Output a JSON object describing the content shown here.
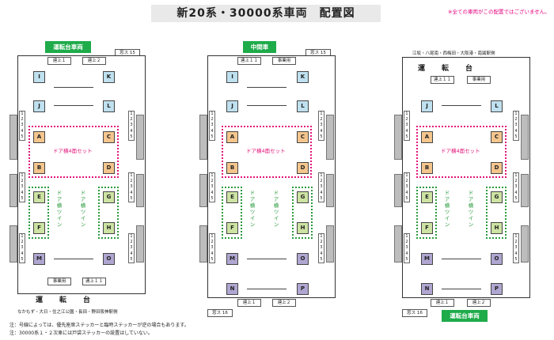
{
  "title": "新20系・30000系車両　配置図",
  "note_top": "※全ての車両がこの配置ではございません。",
  "cars": [
    {
      "label": "運転台車両",
      "door_set": "ドア横4面セット",
      "twin": "ドア横ツイン",
      "benrin": "運　転　台"
    },
    {
      "label": "中間車",
      "door_set": "ドア横4面セット",
      "twin": "ドア横ツイン"
    },
    {
      "label": "運転台車両",
      "door_set": "ドア横4面セット",
      "twin": "ドア横ツイン",
      "benrin": "運　転　台"
    }
  ],
  "small": {
    "mado": "窓ス 15",
    "mado16": "窓ス 16",
    "ue1": "連上１",
    "ue2": "連上２",
    "ue11": "連上１１",
    "jimu": "事業用"
  },
  "seat_letters": [
    "I",
    "K",
    "J",
    "L",
    "A",
    "C",
    "B",
    "D",
    "E",
    "G",
    "F",
    "H",
    "M",
    "O",
    "N",
    "P"
  ],
  "dir_left": "なかもず・大日・住之江公園・長田・野田阪神駅側",
  "dir_right": "江坂・八尾南・西梅田・大阪港・南巽駅側",
  "footnotes": [
    "注：号線によっては、優先座席ステッカーと臨時ステッカーが逆の場合もあります。",
    "注：30000系１・２次車には戸袋ステッカーの設置はしていない。"
  ],
  "colors": {
    "pink": "#e2137a",
    "green": "#2a9a3e",
    "badge": "#1eab4a"
  }
}
